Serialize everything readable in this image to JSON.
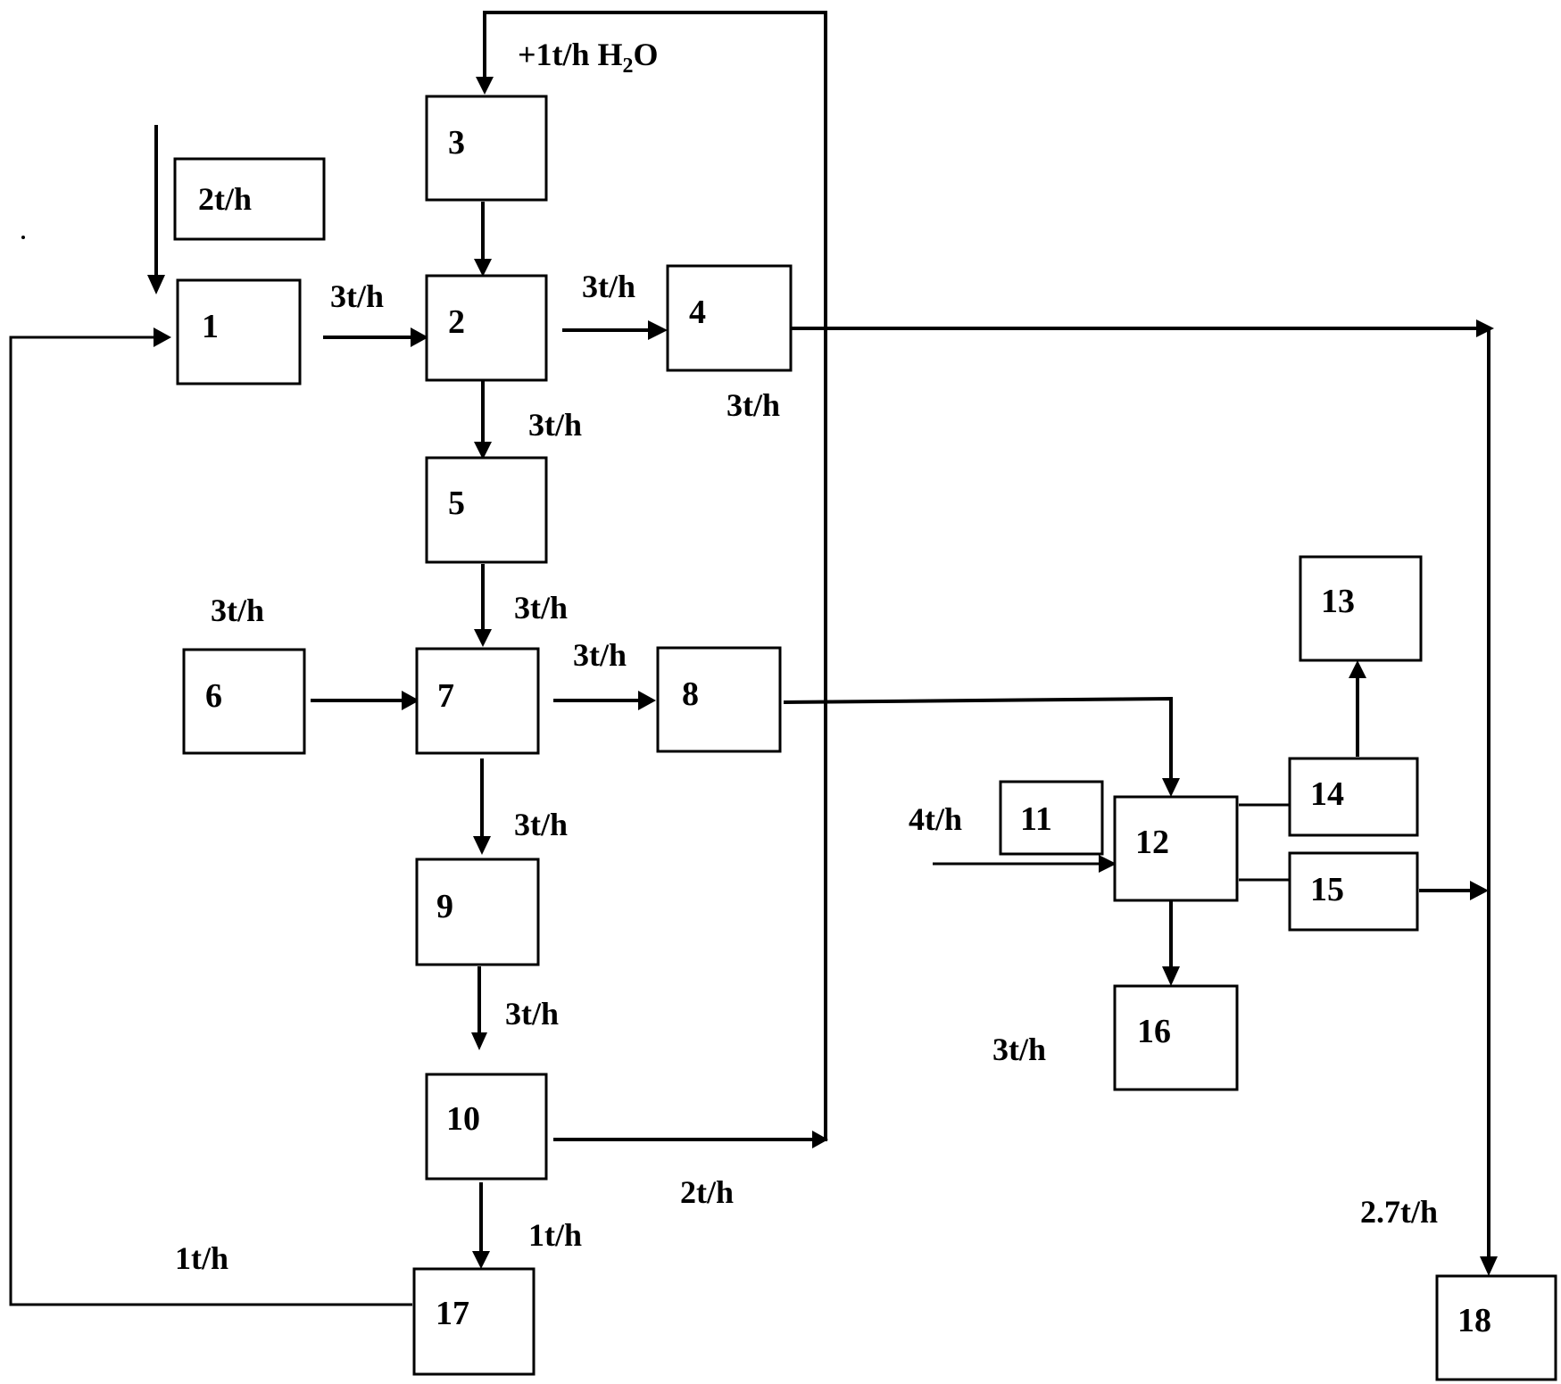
{
  "nodes": {
    "n1": "1",
    "n2": "2",
    "n3": "3",
    "n4": "4",
    "n5": "5",
    "n6": "6",
    "n7": "7",
    "n8": "8",
    "n9": "9",
    "n10": "10",
    "n11": "11",
    "n12": "12",
    "n13": "13",
    "n14": "14",
    "n15": "15",
    "n16": "16",
    "n17": "17",
    "n18": "18"
  },
  "feed_box": "2t/h",
  "water": {
    "prefix": "+1t/h H",
    "sub": "2",
    "suffix": "O"
  },
  "flows": {
    "f1_2": "3t/h",
    "f2_4": "3t/h",
    "f4_out": "3t/h",
    "f2_5": "3t/h",
    "f5_7": "3t/h",
    "f6": "3t/h",
    "f7_8": "3t/h",
    "f7_9": "3t/h",
    "f9_10": "3t/h",
    "f10_recycle": "2t/h",
    "f10_17": "1t/h",
    "f17_recycle": "1t/h",
    "f11": "4t/h",
    "f16": "3t/h",
    "f18": "2.7t/h"
  }
}
